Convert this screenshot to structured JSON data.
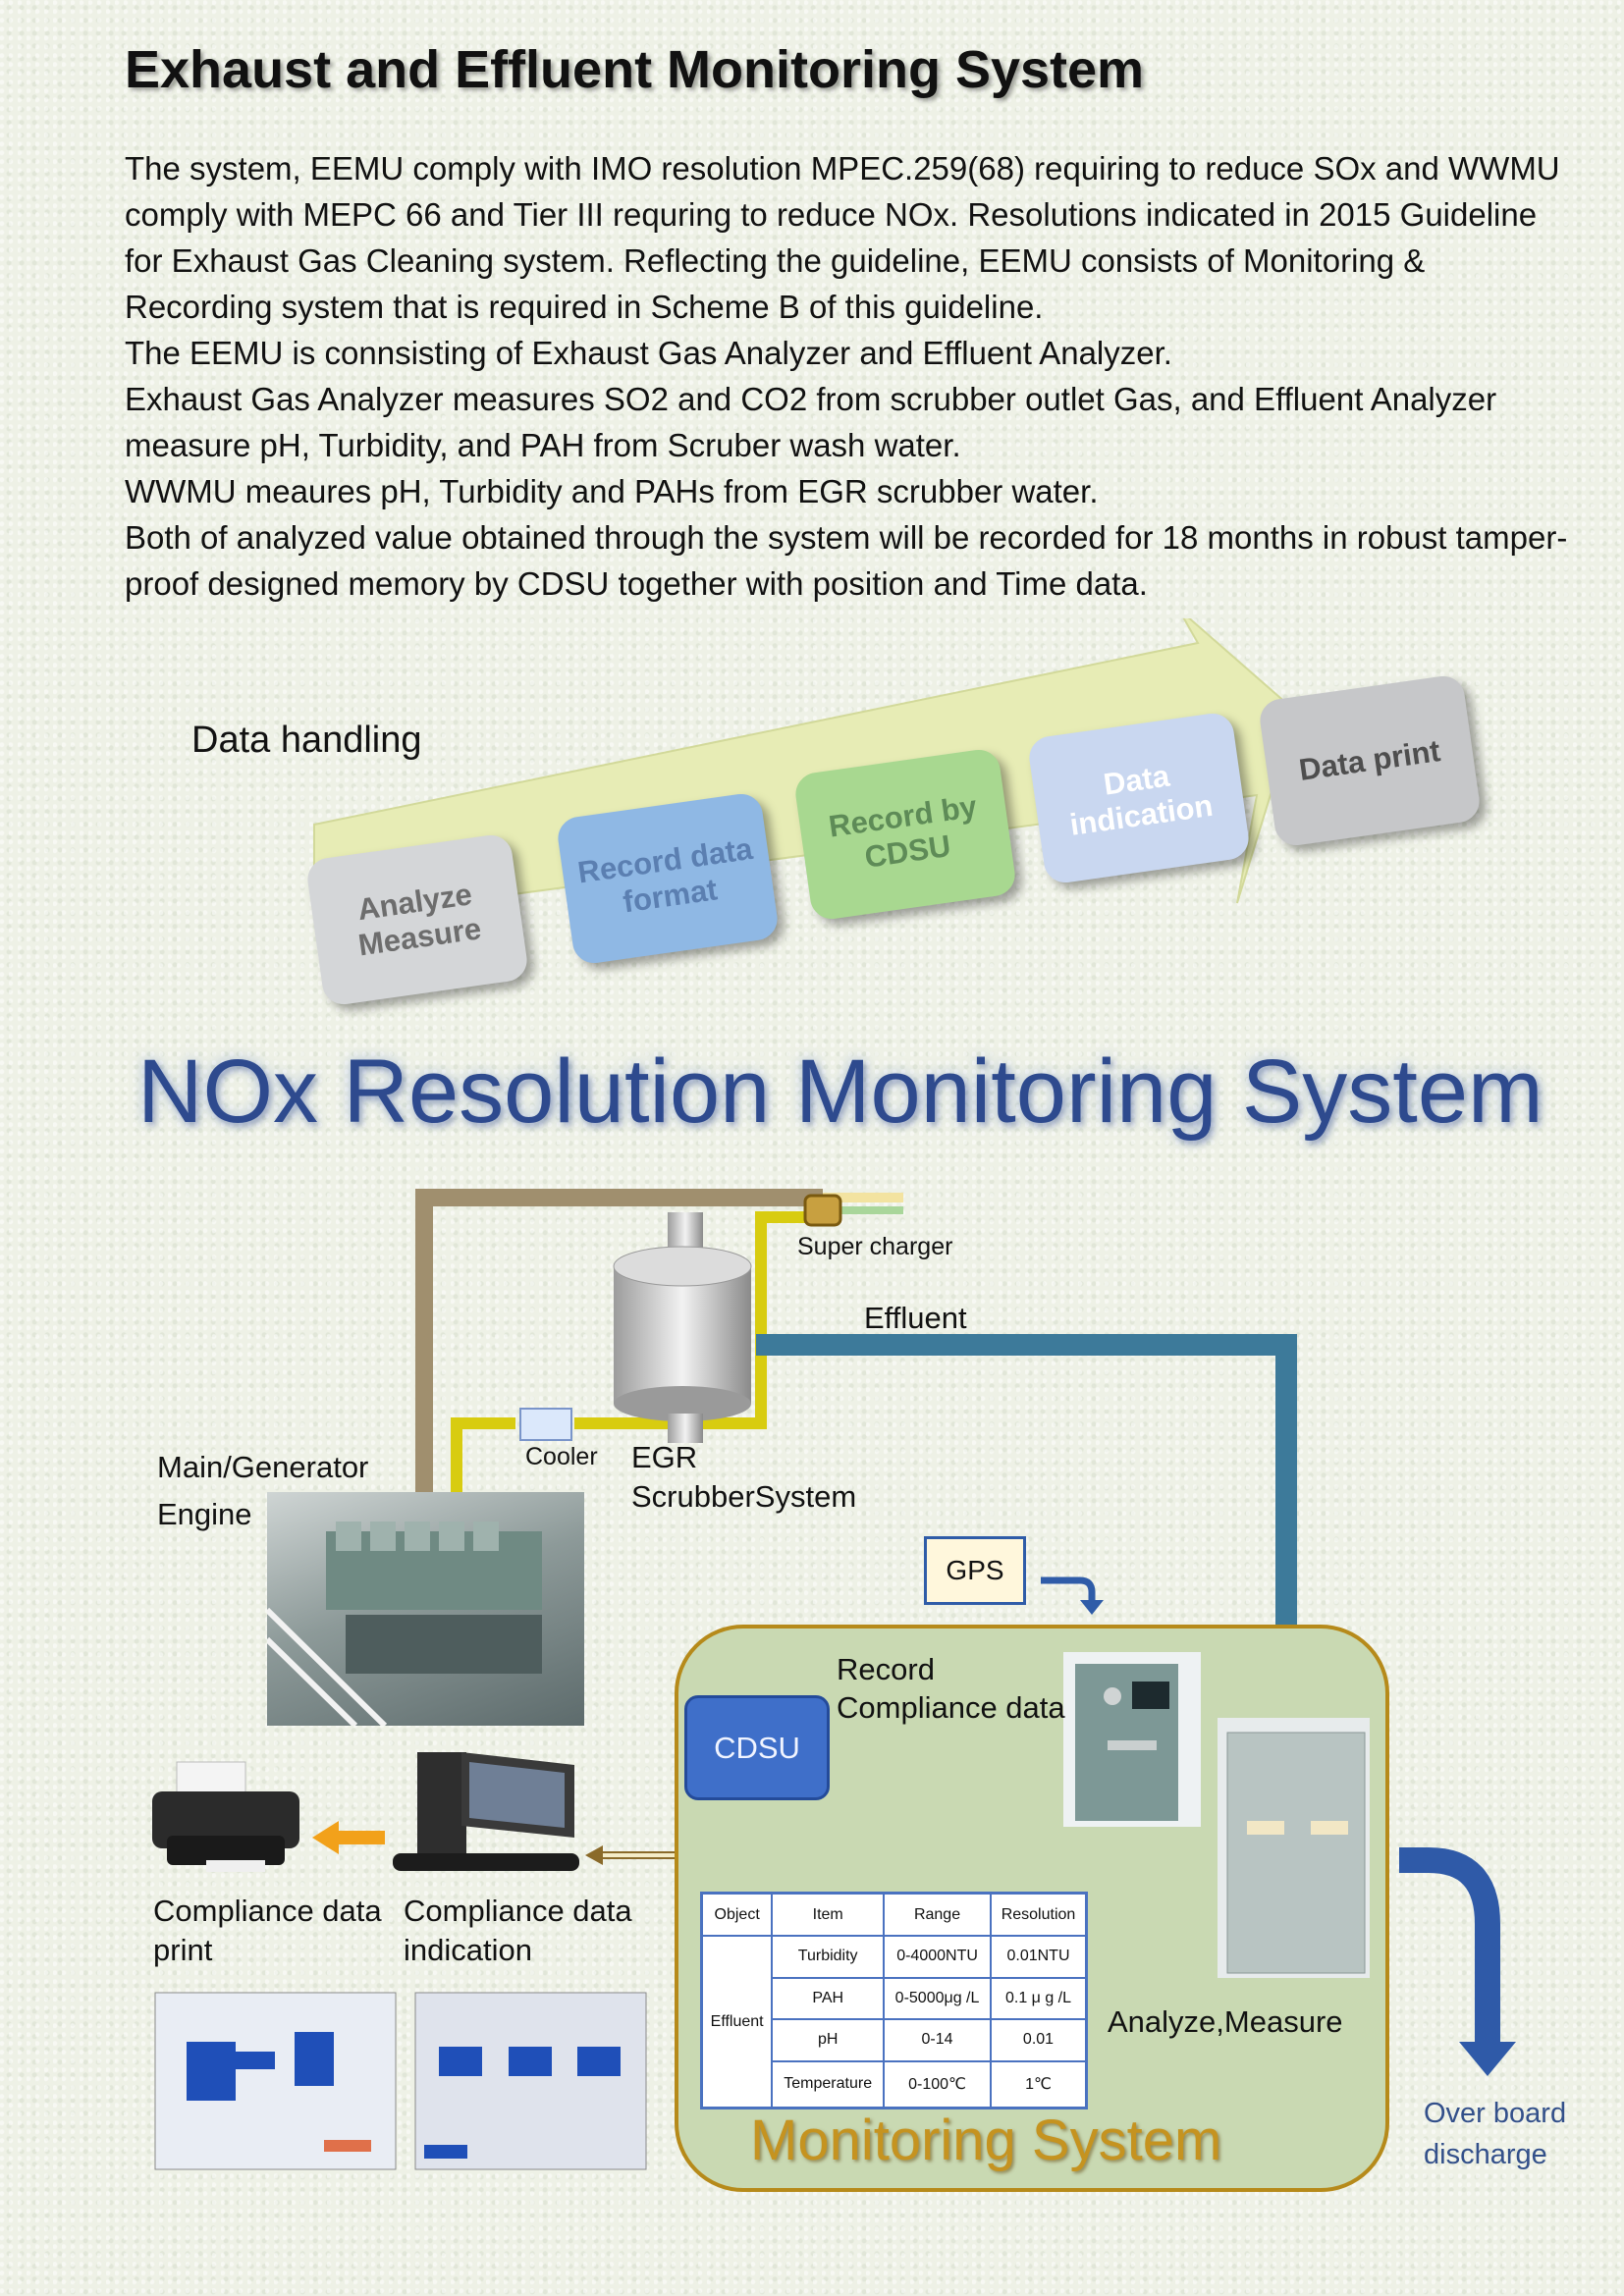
{
  "title": "Exhaust and Effluent Monitoring System",
  "intro": [
    "The system, EEMU comply with IMO resolution MPEC.259(68) requiring to reduce SOx and WWMU comply with MEPC 66 and Tier III requring to reduce NOx.  Resolutions indicated in 2015 Guideline for Exhaust Gas Cleaning system.  Reflecting the guideline, EEMU consists of Monitoring & Recording system that is required in Scheme B of this guideline.",
    "The EEMU is connsisting of Exhaust Gas Analyzer and Effluent Analyzer.",
    "Exhaust Gas Analyzer measures SO2 and CO2 from scrubber outlet Gas, and  Effluent Analyzer measure pH, Turbidity, and PAH from Scruber wash water.",
    "WWMU meaures pH, Turbidity and PAHs from EGR scrubber water.",
    "Both of analyzed value obtained through the system will be recorded for 18 months in robust tamper-proof designed memory  by CDSU together with position and Time data."
  ],
  "data_handling": {
    "label": "Data handling",
    "steps": [
      {
        "line1": "Analyze",
        "line2": "Measure",
        "color": "#d4d6d8"
      },
      {
        "line1": "Record data",
        "line2": "format",
        "color": "#8fb8e4"
      },
      {
        "line1": "Record by",
        "line2": "CDSU",
        "color": "#a8d890"
      },
      {
        "line1": "Data",
        "line2": "indication",
        "color": "#c9d7f0"
      },
      {
        "line1": "Data print",
        "line2": "",
        "color": "#c6c7c9"
      }
    ]
  },
  "nox_title": "NOx Resolution Monitoring System",
  "diagram": {
    "super_charger": "Super charger",
    "effluent": "Effluent",
    "cooler": "Cooler",
    "egr_line1": "EGR",
    "egr_line2": "ScrubberSystem",
    "engine_line1": "Main/Generator",
    "engine_line2": "Engine",
    "gps": "GPS",
    "record_line1": "Record",
    "record_line2": "Compliance data",
    "cdsu": "CDSU",
    "print_line1": "Compliance data",
    "print_line2": "print",
    "indication_line1": "Compliance data",
    "indication_line2": "indication",
    "analyze_measure": "Analyze,Measure",
    "overboard_line1": "Over board",
    "overboard_line2": "discharge",
    "monitoring_system": "Monitoring System"
  },
  "spec_table": {
    "headers": [
      "Object",
      "Item",
      "Range",
      "Resolution"
    ],
    "object": "Effluent",
    "rows": [
      {
        "item": "Turbidity",
        "range": "0-4000NTU",
        "resolution": "0.01NTU"
      },
      {
        "item": "PAH",
        "range": "0-5000μg /L",
        "resolution": "0.1 μ g /L"
      },
      {
        "item": "pH",
        "range": "0-14",
        "resolution": "0.01"
      },
      {
        "item": "Temperature",
        "range": "0-100℃",
        "resolution": "1℃"
      }
    ]
  },
  "colors": {
    "nox_title": "#2e4a8e",
    "monitoring_label": "#c59320",
    "effluent_pipe": "#3d7a9a",
    "exhaust_pipe": "#a08f6e",
    "egr_pipe": "#d8cc10",
    "cdsu": "#3f6fc9"
  }
}
